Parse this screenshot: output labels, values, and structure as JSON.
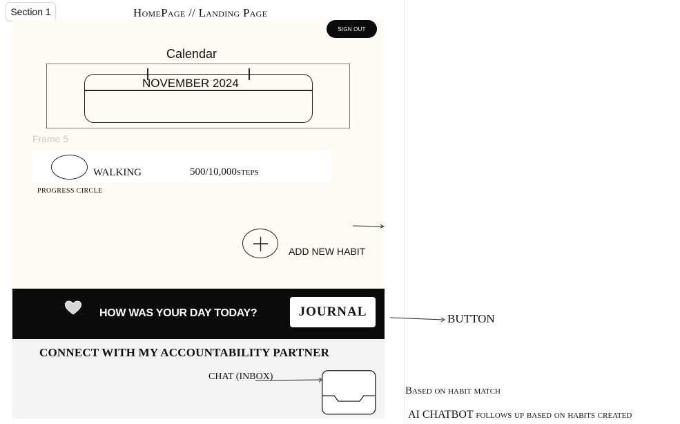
{
  "canvas": {
    "section_label": "Section 1",
    "frame_title": "HomePage // Landing Page"
  },
  "header": {
    "signout_label": "SIGN OUT"
  },
  "calendar": {
    "title": "Calendar",
    "month": "NOVEMBER 2024"
  },
  "frame5": {
    "label": "Frame 5"
  },
  "habit": {
    "name": "WALKING",
    "steps": "500/10,000steps",
    "progress_label": "PROGRESS CIRCLE"
  },
  "add_habit": {
    "label": "ADD NEW HABIT"
  },
  "mood": {
    "question": "HOW WAS YOUR DAY TODAY?",
    "journal_label": "JOURNAL"
  },
  "partner": {
    "heading": "CONNECT WITH MY ACCOUNTABILITY PARTNER",
    "chat_label": "CHAT (INBOX)"
  },
  "annotations": {
    "button": "BUTTON",
    "habit_match": "Based on habit match",
    "chatbot_lead": "AI CHATBOT",
    "chatbot_rest": "follows up  based on habits created"
  },
  "colors": {
    "cream": "#fdfbf3",
    "dark_band": "#0b0b0b",
    "grey_area": "#f4f4f4"
  },
  "icons": [
    "heart-icon",
    "plus-icon",
    "inbox-icon",
    "arrow-icon"
  ]
}
